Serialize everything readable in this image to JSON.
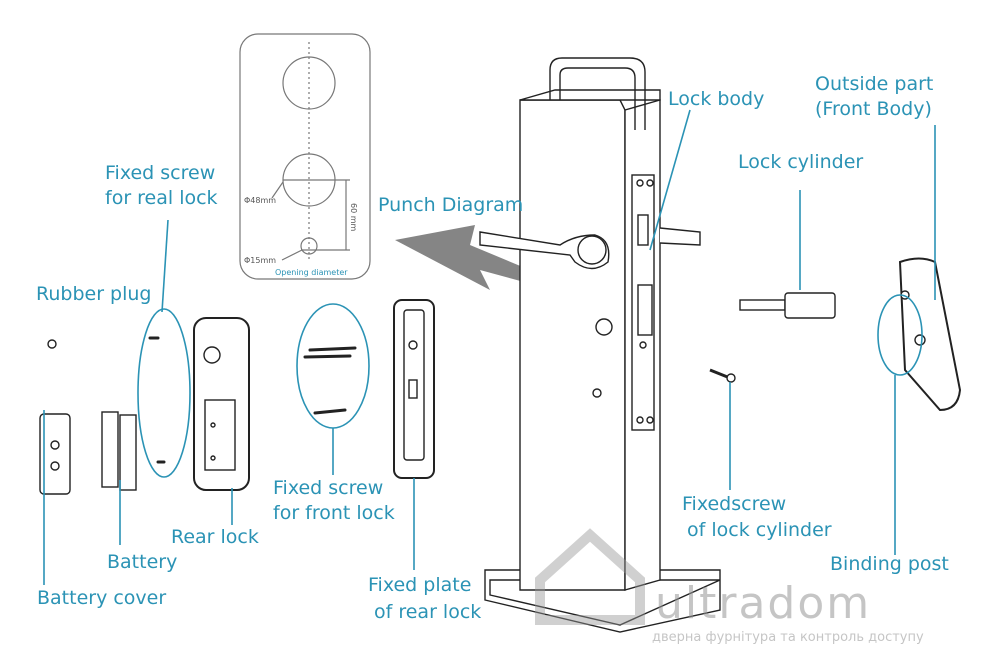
{
  "diagram": {
    "colors": {
      "label": "#2b93b5",
      "line": "#222222",
      "watermark": "#9a9a9a"
    },
    "labels": {
      "punch_diagram": "Punch Diagram",
      "lock_body": "Lock body",
      "outside_part_1": "Outside part",
      "outside_part_2": "(Front Body)",
      "lock_cylinder": "Lock cylinder",
      "fixed_screw_rear_1": "Fixed screw",
      "fixed_screw_rear_2": "for real lock",
      "rubber_plug": "Rubber plug",
      "rear_lock": "Rear lock",
      "battery": "Battery",
      "battery_cover": "Battery cover",
      "fixed_screw_front_1": "Fixed screw",
      "fixed_screw_front_2": "for front lock",
      "fixed_plate_1": "Fixed plate",
      "fixed_plate_2": "of rear lock",
      "fixedscrew_cyl_1": "Fixedscrew",
      "fixedscrew_cyl_2": "of lock cylinder",
      "binding_post": "Binding post"
    },
    "punch": {
      "d48": "Φ48mm",
      "d15": "Φ15mm",
      "dist": "60 mm",
      "caption": "Opening diameter"
    },
    "watermark": {
      "brand": "ultradom",
      "tagline": "дверна фурнітура та контроль доступу"
    }
  }
}
